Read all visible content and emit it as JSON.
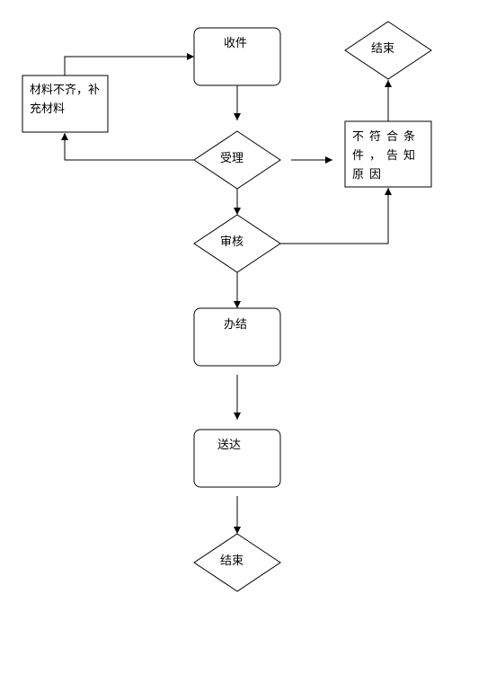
{
  "nodes": {
    "receive": "收件",
    "supplement": "材料不齐，补充材料",
    "accept": "受理",
    "reject": "不符合条件，告知原因",
    "end_top": "结束",
    "review": "审核",
    "handle": "办结",
    "deliver": "送达",
    "end_bottom": "结束"
  },
  "colors": {
    "stroke": "#000000",
    "background": "#ffffff"
  }
}
